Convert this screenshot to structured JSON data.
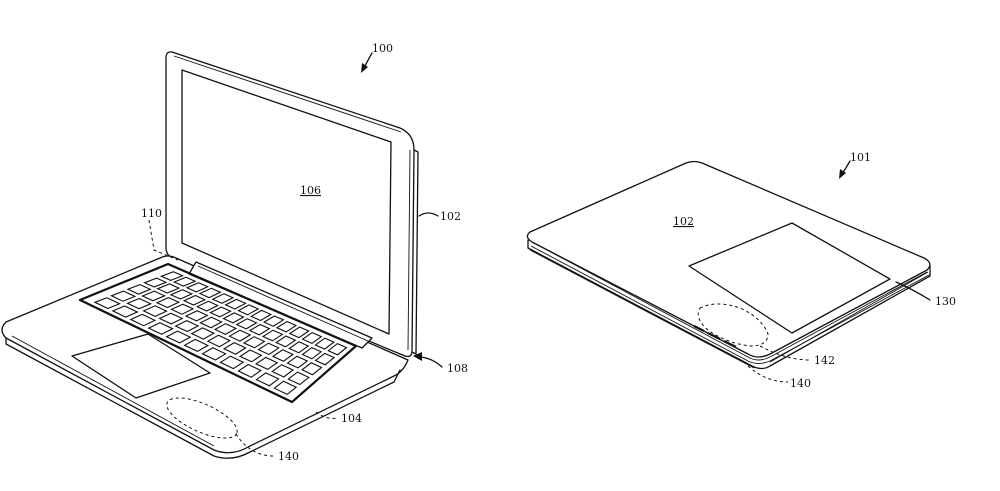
{
  "figure_a": {
    "device_ref": "100",
    "lid_ref": "102",
    "display_ref": "106",
    "hinge_ref": "110",
    "base_ref": "104",
    "gap_ref": "108",
    "zone_ref": "140"
  },
  "figure_b": {
    "device_ref": "101",
    "top_ref": "102",
    "trackpad_ref": "130",
    "zone_inner_ref": "142",
    "zone_ref": "140"
  },
  "icons": {
    "arrow": "reference-arrow-icon"
  }
}
